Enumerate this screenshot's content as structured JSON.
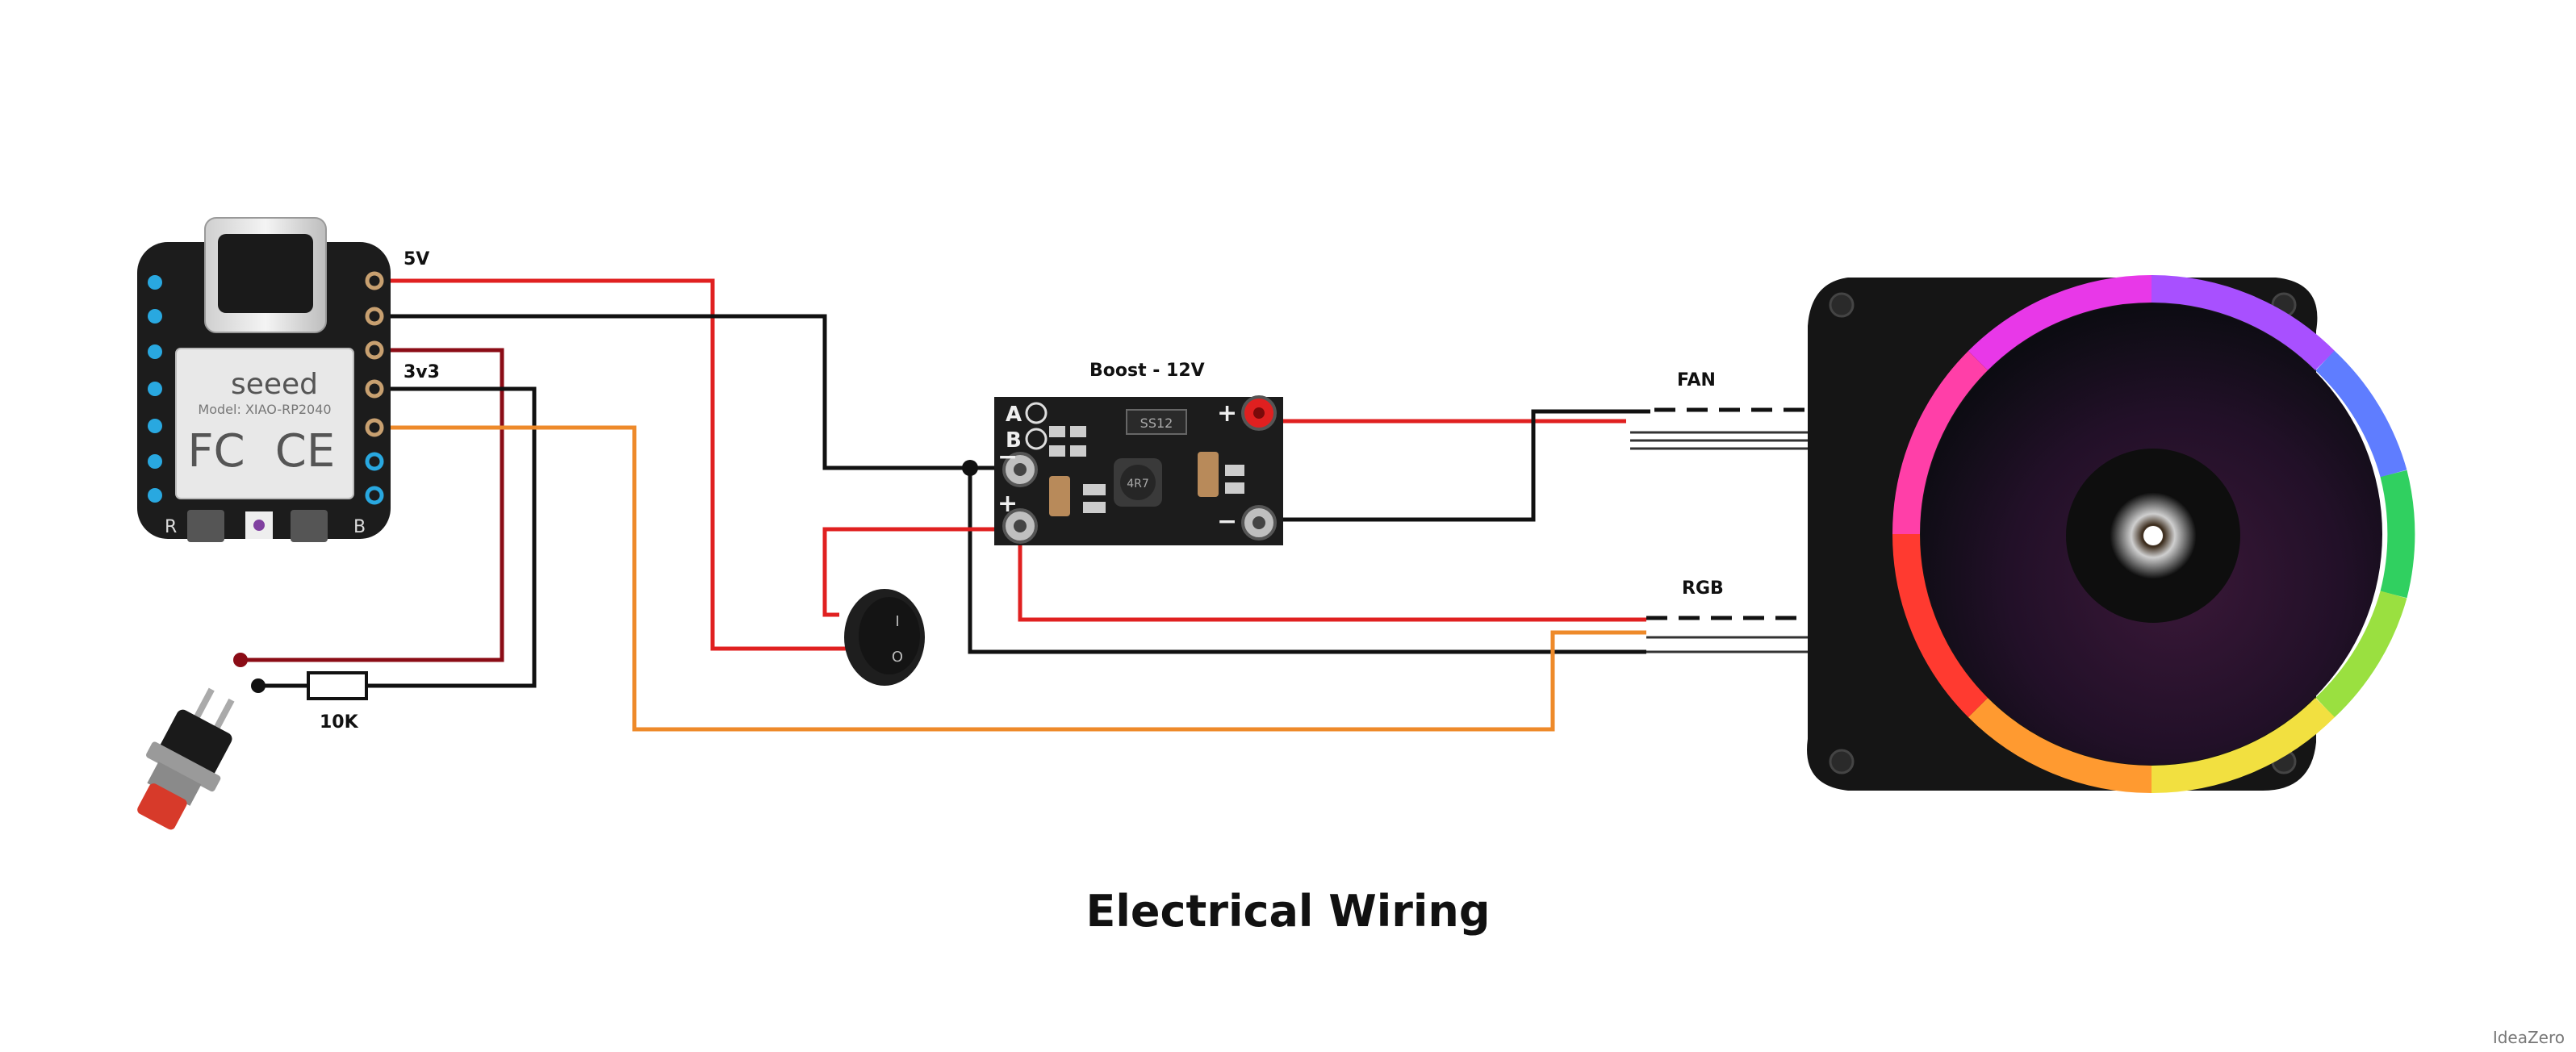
{
  "title": "Electrical Wiring",
  "credit": "IdeaZero",
  "labels": {
    "pin_5v": "5V",
    "pin_3v3": "3v3",
    "boost": "Boost - 12V",
    "fan": "FAN",
    "rgb": "RGB",
    "resistor": "10K"
  },
  "board": {
    "brand": "seeed",
    "model": "Model: XIAO-RP2040",
    "fc": "FC",
    "ce": "CE",
    "btn_r": "R",
    "btn_b": "B"
  },
  "boost_pcb": {
    "pin_a": "A",
    "pin_b": "B",
    "plus": "+",
    "minus": "−",
    "out_plus": "+",
    "out_minus": "−",
    "chip": "SS12",
    "inductor": "4R7"
  },
  "switch": {
    "on": "I",
    "off": "O"
  },
  "colors": {
    "wire_red": "#e02020",
    "wire_black": "#111111",
    "wire_darkred": "#8b0c16",
    "wire_orange": "#ee8a2a",
    "board": "#1c1c1c",
    "pad_blue": "#29a8e0"
  }
}
